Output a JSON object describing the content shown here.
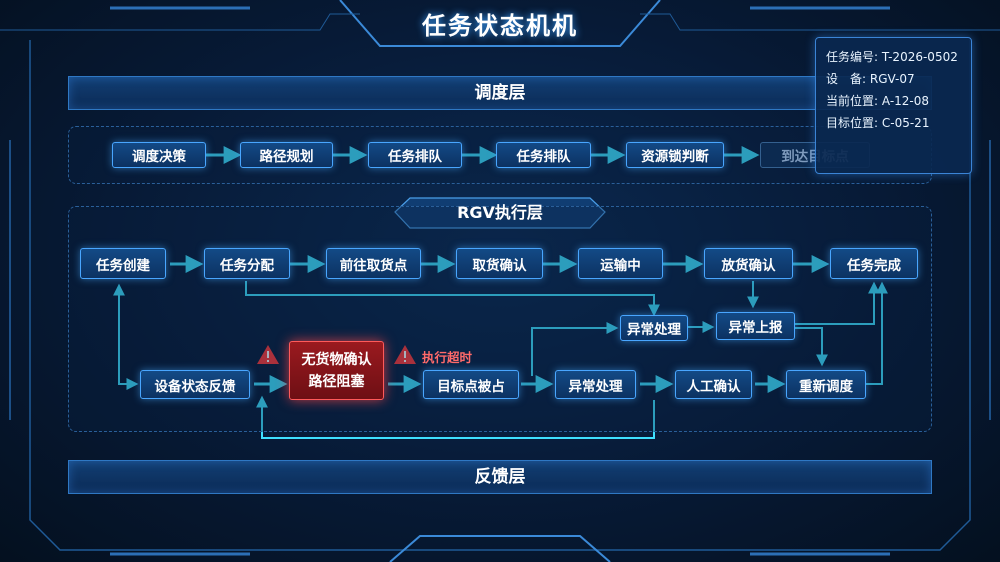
{
  "title": "任务状态机机",
  "info_panel": {
    "rows": [
      {
        "label": "任务编号:",
        "value": "T-2026-0502"
      },
      {
        "label": "设　备:",
        "value": "RGV-07"
      },
      {
        "label": "当前位置:",
        "value": "A-12-08"
      },
      {
        "label": "目标位置:",
        "value": "C-05-21"
      }
    ]
  },
  "dispatch_layer": {
    "label": "调度层",
    "nodes": [
      "调度决策",
      "路径规划",
      "任务排队",
      "任务排队",
      "资源锁判断",
      "到达目标点"
    ]
  },
  "rgv_layer": {
    "label": "RGV执行层",
    "main_nodes": [
      "任务创建",
      "任务分配",
      "前往取货点",
      "取货确认",
      "运输中",
      "放货确认",
      "任务完成"
    ],
    "exception_nodes": {
      "exception_top": "异常处理",
      "exception_report": "异常上报",
      "device_feedback": "设备状态反馈",
      "alert_line1": "无货物确认",
      "alert_line2": "路径阻塞",
      "target_occupied": "目标点被占",
      "exception_mid": "异常处理",
      "manual_confirm": "人工确认",
      "redispatch": "重新调度"
    },
    "timeout_label": "执行超时"
  },
  "feedback_layer": {
    "label": "反馈层"
  },
  "colors": {
    "accent": "#49a6ff",
    "arrow": "#3fe0ff",
    "alert": "#ff5a5a",
    "warning_icon": "#ff3b3b"
  }
}
